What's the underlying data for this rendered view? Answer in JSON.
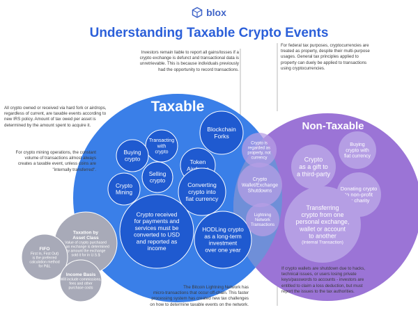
{
  "header": {
    "logo_text": "blox",
    "title": "Understanding Taxable Crypto Events"
  },
  "colors": {
    "taxable": "#3a7fe8",
    "non_taxable": "#9b74d6",
    "overlap": "#6f8fd8",
    "bubble": "#1f5ad0",
    "lavender": "#b59ee4",
    "grey": "#a8aab8",
    "title_blue": "#2b5fd9"
  },
  "circles": {
    "taxable_label": "Taxable",
    "non_taxable_label": "Non-Taxable"
  },
  "taxable_bubbles": [
    {
      "lines": [
        "Blockchain",
        "Forks"
      ]
    },
    {
      "lines": [
        "Transacting",
        "with",
        "crypto"
      ]
    },
    {
      "lines": [
        "Token",
        "Airdrops"
      ]
    },
    {
      "lines": [
        "Buying",
        "crypto"
      ]
    },
    {
      "lines": [
        "Selling",
        "crypto"
      ]
    },
    {
      "lines": [
        "Crypto",
        "Mining"
      ]
    },
    {
      "lines": [
        "Converting",
        "crypto into",
        "fiat currency"
      ]
    },
    {
      "lines": [
        "Crypto received",
        "for payments and",
        "services must be",
        "converted to USD",
        "and reported as",
        "income"
      ]
    },
    {
      "lines": [
        "HODLing crypto",
        "as a long-term",
        "investment",
        "over one year"
      ]
    }
  ],
  "overlap_bubbles": [
    {
      "lines": [
        "Crypto is",
        "regarded as",
        "property, not",
        "currency"
      ]
    },
    {
      "lines": [
        "Crypto",
        "Wallet/Exchange",
        "Shutdowns"
      ]
    },
    {
      "lines": [
        "Lightning",
        "Network",
        "Transactions"
      ]
    }
  ],
  "non_taxable_bubbles": [
    {
      "lines": [
        "Crypto",
        "as a gift to",
        "a third-party"
      ]
    },
    {
      "lines": [
        "Buying",
        "crypto with",
        "fiat currency"
      ]
    },
    {
      "lines": [
        "Donating crypto",
        "to non-profit",
        "or charity"
      ]
    },
    {
      "lines": [
        "Transferring",
        "crypto from one",
        "personal exchange,",
        "wallet or account",
        "to another"
      ],
      "sub": "(Internal Transaction)"
    }
  ],
  "basis_bubbles": [
    {
      "title": "Taxation by",
      "title2": "Asset Class",
      "lines": [
        "Value of crypto purchased",
        "in an exchange is determined",
        "by amount the exchange",
        "sold it for in U.S.$"
      ]
    },
    {
      "title": "FIFO",
      "lines": [
        "First In, First Out)",
        "is the preferred",
        "calculation method",
        "for P&L"
      ]
    },
    {
      "title": "Income Basis",
      "lines": [
        "Will include commissions,",
        "fees and other",
        "purchase costs"
      ]
    }
  ],
  "notes": {
    "top_center": [
      "Investors remain liable to report all gains/losses if a",
      "crypto exchange is defunct and transactional data is",
      "unretrievable. This is because individuals previously",
      "had the opportunity to record transactions."
    ],
    "top_right": [
      "For federal tax purposes, cryptocurrencies are",
      "treated as property, despite their multi-purpose",
      "usages. General tax principles applied to",
      "property can duely be applied to transactions",
      "using cryptocurrencies."
    ],
    "left_1": [
      "All crypto owned or received via hard fork or airdrops,",
      "regardless of current, are taxable events according to",
      "new IRS policy. Amount of tax owed per asset is",
      "determined by the amount spent to acquire it."
    ],
    "left_2": [
      "For crypto mining operations, the constant",
      "volume of transactions almost always",
      "creates a taxable event, unless coins are",
      "\"internally transferred\"."
    ],
    "bottom_center": [
      "The Bitcoin Lightning Network has",
      "micro-transactions that occur off-chain. This faster",
      "processing system has created new tax challenges",
      "on how to determine taxable events on the network."
    ],
    "bottom_right": [
      "If crypto wallets are shutdown due to hacks,",
      "technical issues, or users losing private",
      "keys/passwords to accounts - investors are",
      "entitled to claim a loss deduction, but must",
      "report the issues to the tax authorities."
    ]
  }
}
